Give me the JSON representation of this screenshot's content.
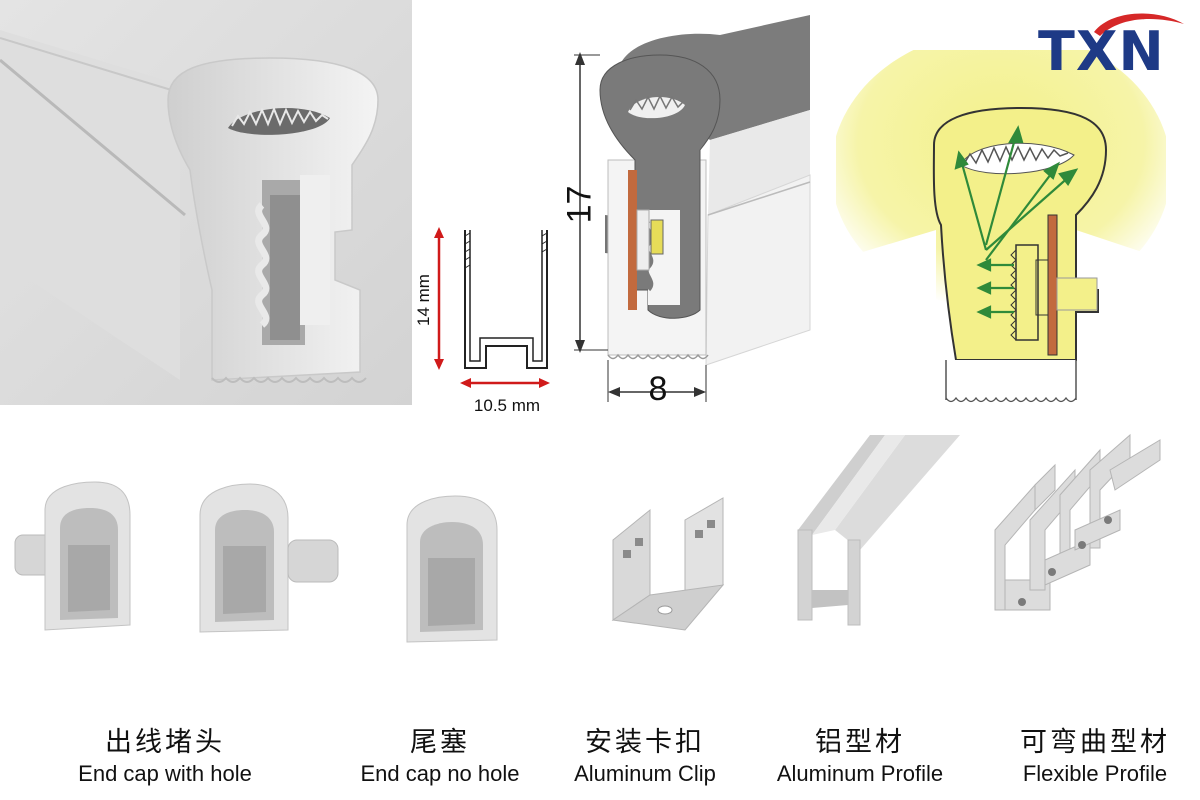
{
  "brand": {
    "logo_text": "TXN",
    "color": "#1e3a86",
    "swoosh_color": "#d62828"
  },
  "dimensions": {
    "profile_height": "14 mm",
    "profile_width": "10.5 mm",
    "tube_height": "17",
    "tube_width": "8",
    "arrow_color": "#d01a1a"
  },
  "glow": {
    "color": "#f3f18a",
    "arrow_color": "#2f8a3a"
  },
  "accessories": [
    {
      "cn": "出线堵头",
      "en": "End cap with hole"
    },
    {
      "cn": "尾塞",
      "en": "End cap no hole"
    },
    {
      "cn": "安装卡扣",
      "en": "Aluminum Clip"
    },
    {
      "cn": "铝型材",
      "en": "Aluminum Profile"
    },
    {
      "cn": "可弯曲型材",
      "en": "Flexible Profile"
    }
  ]
}
